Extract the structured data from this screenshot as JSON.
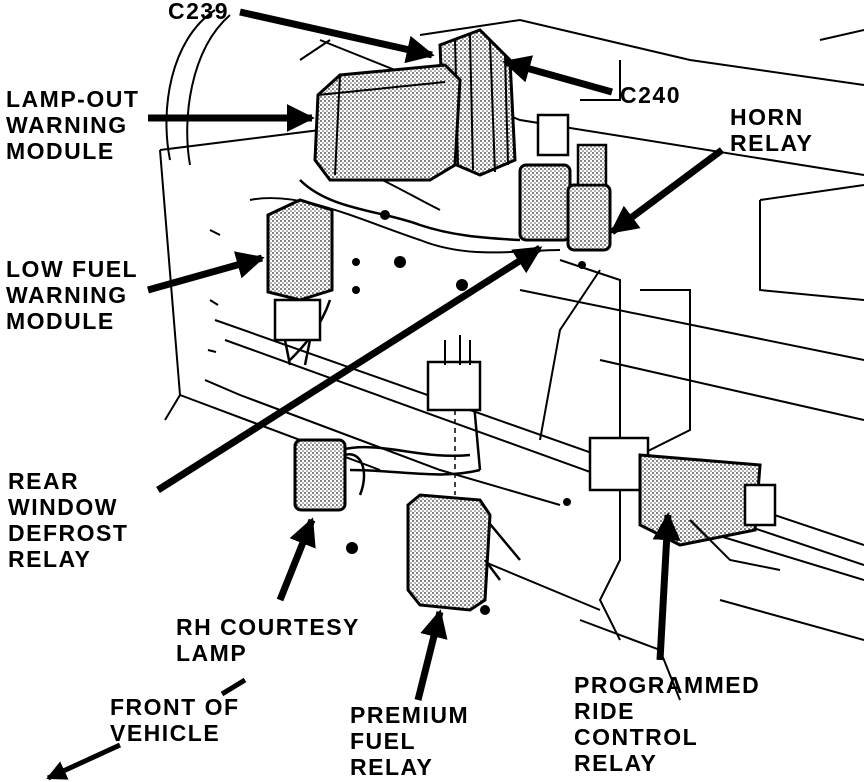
{
  "colors": {
    "ink": "#000000",
    "paper": "#ffffff",
    "shade": "#5a5a5a"
  },
  "labels": {
    "c239": "C239",
    "c240": "C240",
    "lamp_out": [
      "LAMP-OUT",
      "WARNING",
      "MODULE"
    ],
    "horn_relay": [
      "HORN",
      "RELAY"
    ],
    "low_fuel": [
      "LOW FUEL",
      "WARNING",
      "MODULE"
    ],
    "rear_window": [
      "REAR",
      "WINDOW",
      "DEFROST",
      "RELAY"
    ],
    "rh_courtesy": [
      "RH COURTESY",
      "LAMP"
    ],
    "front_vehicle": [
      "FRONT OF",
      "VEHICLE"
    ],
    "premium_fuel": [
      "PREMIUM",
      "FUEL",
      "RELAY"
    ],
    "programmed_ride": [
      "PROGRAMMED",
      "RIDE",
      "CONTROL",
      "RELAY"
    ]
  },
  "callouts": [
    "c239-arrow",
    "c240-arrow",
    "lamp-out-arrow",
    "horn-relay-arrow",
    "low-fuel-arrow",
    "rear-window-arrow",
    "rh-courtesy-arrow",
    "premium-fuel-arrow",
    "programmed-ride-arrow",
    "front-of-vehicle-arrow"
  ]
}
